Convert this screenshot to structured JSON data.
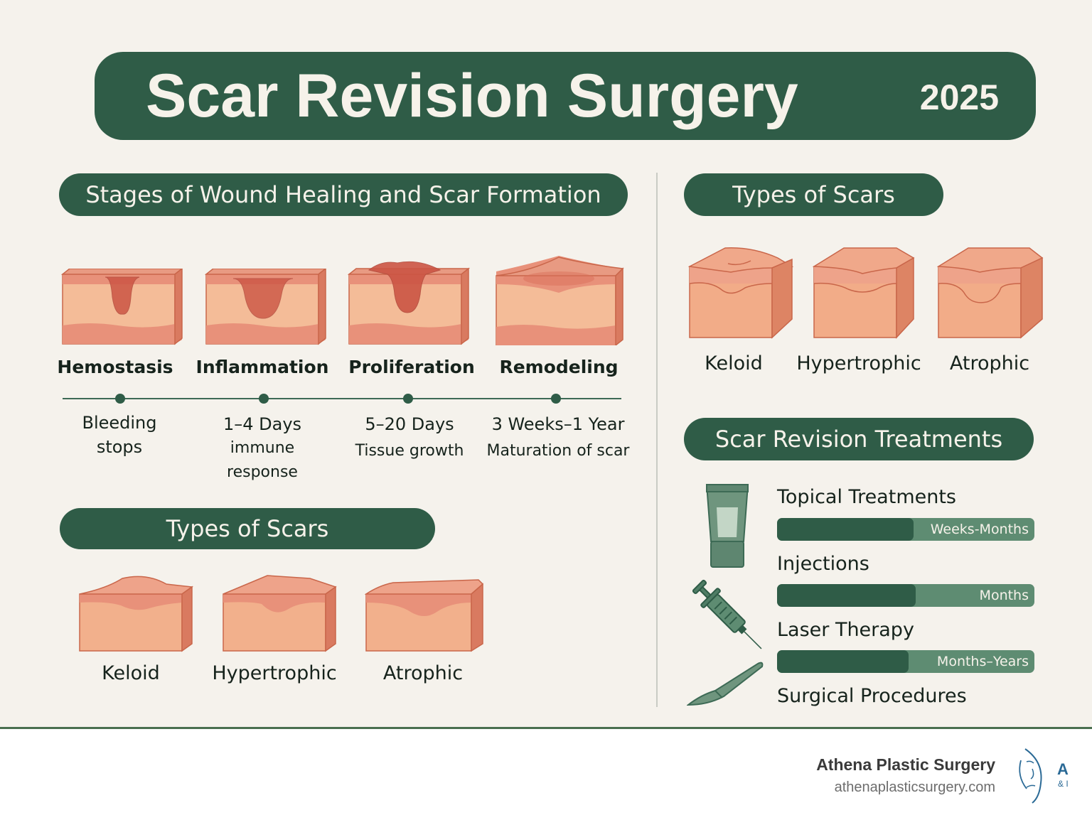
{
  "header": {
    "title": "Scar Revision Surgery",
    "year": "2025"
  },
  "stages_section": {
    "heading": "Stages of Wound Healing and Scar Formation",
    "stages": [
      {
        "name": "Hemostasis",
        "duration": "Bleeding",
        "description": "stops",
        "illustration": "skin-wound-fresh-cut"
      },
      {
        "name": "Inflammation",
        "duration": "1–4 Days",
        "description_line1": "immune",
        "description_line2": "response",
        "illustration": "skin-wound-inflamed"
      },
      {
        "name": "Proliferation",
        "duration": "5–20 Days",
        "description": "Tissue growth",
        "illustration": "skin-wound-granulation"
      },
      {
        "name": "Remodeling",
        "duration": "3 Weeks–1 Year",
        "description": "Maturation of scar",
        "illustration": "skin-wound-remodeled"
      }
    ]
  },
  "types_left": {
    "heading": "Types of Scars",
    "items": [
      {
        "label": "Keloid",
        "illustration": "skin-block-keloid"
      },
      {
        "label": "Hypertrophic",
        "illustration": "skin-block-hypertrophic"
      },
      {
        "label": "Atrophic",
        "illustration": "skin-block-atrophic"
      }
    ]
  },
  "types_right": {
    "heading": "Types of Scars",
    "items": [
      {
        "label": "Keloid",
        "illustration": "skin-cube-keloid"
      },
      {
        "label": "Hypertrophic",
        "illustration": "skin-cube-hypertrophic"
      },
      {
        "label": "Atrophic",
        "illustration": "skin-cube-atrophic"
      }
    ]
  },
  "treatments": {
    "heading": "Scar Revision Treatments",
    "items": [
      {
        "label": "Topical Treatments",
        "duration": "Weeks-Months",
        "fill_percent": 53,
        "icon": "cream-tube-icon"
      },
      {
        "label": "Injections",
        "duration": "Months",
        "fill_percent": 54,
        "icon": "syringe-icon"
      },
      {
        "label": "Laser Therapy",
        "duration": "Months–Years",
        "fill_percent": 51,
        "icon": "scalpel-icon"
      },
      {
        "label": "Surgical Procedures"
      }
    ]
  },
  "footer": {
    "brand_name": "Athena Plastic Surgery",
    "brand_url": "athenaplasticsurgery.com",
    "logo_letter": "A",
    "logo_sub": "& I"
  },
  "colors": {
    "background": "#f5f2ec",
    "primary_green": "#2f5c47",
    "bar_track": "#5e8c72",
    "skin_light": "#f2b48f",
    "skin_dark": "#e0805f",
    "skin_outline": "#c9664a",
    "wound_red": "#cc5544",
    "brand_blue": "#2b6a96"
  }
}
